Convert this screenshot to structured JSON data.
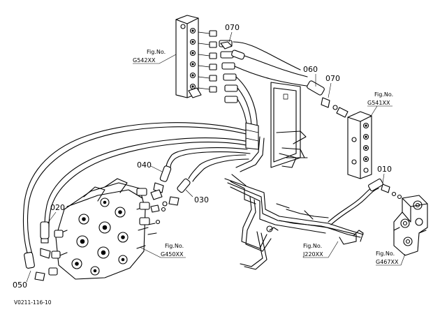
{
  "parts": [
    {
      "number": "010"
    },
    {
      "number": "020"
    },
    {
      "number": "030"
    },
    {
      "number": "040"
    },
    {
      "number": "050"
    },
    {
      "number": "060"
    },
    {
      "number": "070"
    },
    {
      "number": "070"
    }
  ],
  "figure_refs": [
    {
      "prefix": "Fig.No.",
      "code": "G542XX"
    },
    {
      "prefix": "Fig.No.",
      "code": "G541XX"
    },
    {
      "prefix": "Fig.No.",
      "code": "G450XX"
    },
    {
      "prefix": "Fig.No.",
      "code": "J220XX"
    },
    {
      "prefix": "Fig.No.",
      "code": "G467XX"
    }
  ],
  "drawing_code": "V0211-116-10"
}
